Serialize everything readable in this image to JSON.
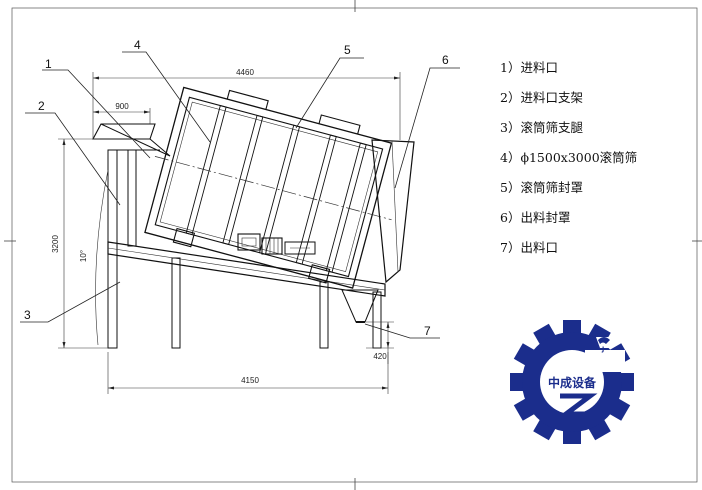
{
  "drawing": {
    "dimensions": {
      "overall_length": "4460",
      "inlet_width": "900",
      "height": "3200",
      "angle": "10°",
      "base_length": "4150",
      "outlet_height": "420"
    },
    "callouts": [
      "1",
      "2",
      "3",
      "4",
      "5",
      "6",
      "7"
    ]
  },
  "legend": [
    "1）进料口",
    "2）进料口支架",
    "3）滚筒筛支腿",
    "4）ϕ1500x3000滚筒筛",
    "5）滚筒筛封罩",
    "6）出料封罩",
    "7）出料口"
  ],
  "logo": {
    "name": "中成设备",
    "colors": {
      "primary": "#1b2d8c",
      "secondary": "#ffffff"
    }
  }
}
